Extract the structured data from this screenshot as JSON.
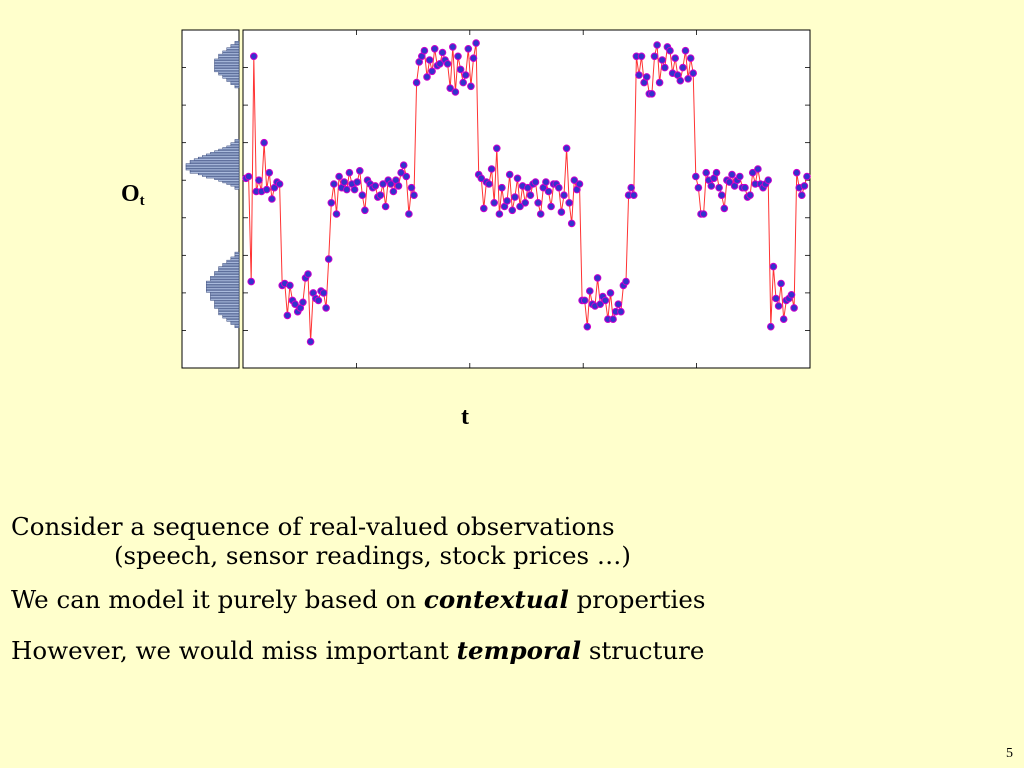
{
  "chart_data": {
    "type": "scatter",
    "ylabel_main": "O",
    "ylabel_sub": "t",
    "xlabel": "t",
    "xlim": [
      0,
      200
    ],
    "ylim": [
      0,
      9
    ],
    "grid": false,
    "series": [
      {
        "values": [
          5.05,
          5.1,
          2.3,
          8.3,
          4.7,
          5.0,
          4.7,
          6.0,
          4.75,
          5.2,
          4.5,
          4.8,
          4.95,
          4.9,
          2.2,
          2.25,
          1.4,
          2.2,
          1.8,
          1.7,
          1.5,
          1.6,
          1.75,
          2.4,
          2.5,
          0.7,
          2.0,
          1.85,
          1.8,
          2.05,
          2.0,
          1.6,
          2.9,
          4.4,
          4.9,
          4.1,
          5.1,
          4.8,
          4.95,
          4.75,
          5.2,
          4.9,
          4.75,
          4.95,
          5.25,
          4.6,
          4.2,
          5.0,
          4.9,
          4.8,
          4.85,
          4.55,
          4.6,
          4.9,
          4.3,
          5.0,
          4.9,
          4.7,
          5.0,
          4.85,
          5.2,
          5.4,
          5.1,
          4.1,
          4.8,
          4.6,
          7.6,
          8.15,
          8.3,
          8.45,
          7.75,
          8.2,
          7.9,
          8.5,
          8.05,
          8.1,
          8.4,
          8.2,
          8.1,
          7.45,
          8.55,
          7.35,
          8.3,
          7.95,
          7.6,
          7.8,
          8.5,
          7.5,
          8.25,
          8.65,
          5.15,
          5.05,
          4.25,
          4.95,
          4.9,
          5.3,
          4.4,
          5.85,
          4.1,
          4.8,
          4.3,
          4.45,
          5.15,
          4.2,
          4.55,
          5.05,
          4.3,
          4.85,
          4.4,
          4.8,
          4.6,
          4.9,
          4.95,
          4.4,
          4.1,
          4.8,
          4.95,
          4.7,
          4.3,
          4.9,
          4.9,
          4.8,
          4.15,
          4.6,
          5.85,
          4.4,
          3.85,
          5.0,
          4.75,
          4.9,
          1.8,
          1.8,
          1.1,
          2.05,
          1.7,
          1.65,
          2.4,
          1.7,
          1.9,
          1.8,
          1.3,
          2.0,
          1.3,
          1.5,
          1.7,
          1.5,
          2.2,
          2.3,
          4.6,
          4.8,
          4.6,
          8.3,
          7.8,
          8.3,
          7.6,
          7.75,
          7.3,
          7.3,
          8.3,
          8.6,
          7.6,
          8.2,
          8.0,
          8.55,
          8.45,
          7.85,
          8.25,
          7.8,
          7.65,
          8.0,
          8.45,
          7.7,
          8.25,
          7.85,
          5.1,
          4.8,
          4.1,
          4.1,
          5.2,
          5.0,
          4.85,
          5.05,
          5.2,
          4.8,
          4.6,
          4.25,
          5.0,
          4.95,
          5.15,
          4.85,
          5.0,
          5.1,
          4.8,
          4.8,
          4.55,
          4.6,
          5.2,
          4.9,
          5.3,
          4.9,
          4.8,
          4.9,
          5.0,
          1.1,
          2.7,
          1.85,
          1.65,
          2.25,
          1.3,
          1.8,
          1.85,
          1.95,
          1.6,
          5.2,
          4.8,
          4.6,
          4.85,
          5.1
        ]
      }
    ],
    "histogram": {
      "orientation": "horizontal",
      "bins_low_to_high": [
        0,
        0,
        0,
        0,
        0,
        0,
        0,
        0,
        0,
        0,
        0,
        0,
        0,
        0,
        0,
        0,
        0,
        0,
        0,
        0,
        0,
        0,
        0,
        0,
        0,
        1,
        1,
        2,
        2,
        3,
        3,
        4,
        4,
        5,
        5,
        5,
        5,
        6,
        6,
        6,
        6,
        6,
        7,
        7,
        7,
        7,
        7,
        8,
        8,
        8,
        8,
        8,
        8,
        8,
        7,
        7,
        7,
        6,
        6,
        6,
        5,
        5,
        5,
        4,
        4,
        3,
        3,
        2,
        2,
        1,
        1,
        1,
        0,
        0,
        0,
        0,
        0,
        0,
        0,
        0,
        0,
        0,
        0,
        0,
        0,
        0,
        0,
        0,
        0,
        0,
        0,
        0,
        0,
        0,
        0,
        0,
        0,
        0,
        0,
        0,
        0,
        0,
        0,
        0,
        0,
        0,
        0,
        0,
        0,
        0,
        0,
        1,
        1,
        2,
        3,
        4,
        5,
        6,
        8,
        9,
        10,
        12,
        12,
        13,
        13,
        13,
        13,
        12,
        12,
        11,
        10,
        9,
        8,
        7,
        6,
        5,
        4,
        3,
        2,
        2,
        1,
        1,
        0,
        0,
        0,
        0,
        0,
        0,
        0,
        0,
        0,
        0,
        0,
        0,
        0,
        0,
        0,
        0,
        0,
        0,
        0,
        0,
        0,
        0,
        0,
        0,
        0,
        0,
        0,
        0,
        0,
        0,
        0,
        0,
        1,
        1,
        2,
        2,
        3,
        3,
        4,
        4,
        5,
        5,
        6,
        6,
        6,
        6,
        6,
        6,
        6,
        6,
        5,
        5,
        5,
        4,
        4,
        3,
        3,
        2,
        2,
        1,
        1,
        0,
        0,
        0,
        0,
        0,
        0,
        0
      ]
    }
  },
  "text": {
    "line1": "Consider a sequence of real-valued observations",
    "line2": "(speech, sensor readings, stock prices …)",
    "line3_pre": "We can model it purely based on ",
    "line3_em": "contextual",
    "line3_post": " properties",
    "line4_pre": "However, we would miss important ",
    "line4_em": "temporal",
    "line4_post": " structure"
  },
  "page_number": "5",
  "colors": {
    "background": "#FFFFCC",
    "marker_fill": "#3333CC",
    "marker_edge": "#CC00CC",
    "line": "#FF3333",
    "histogram_fill": "#AABBDD",
    "histogram_edge": "#334477"
  }
}
